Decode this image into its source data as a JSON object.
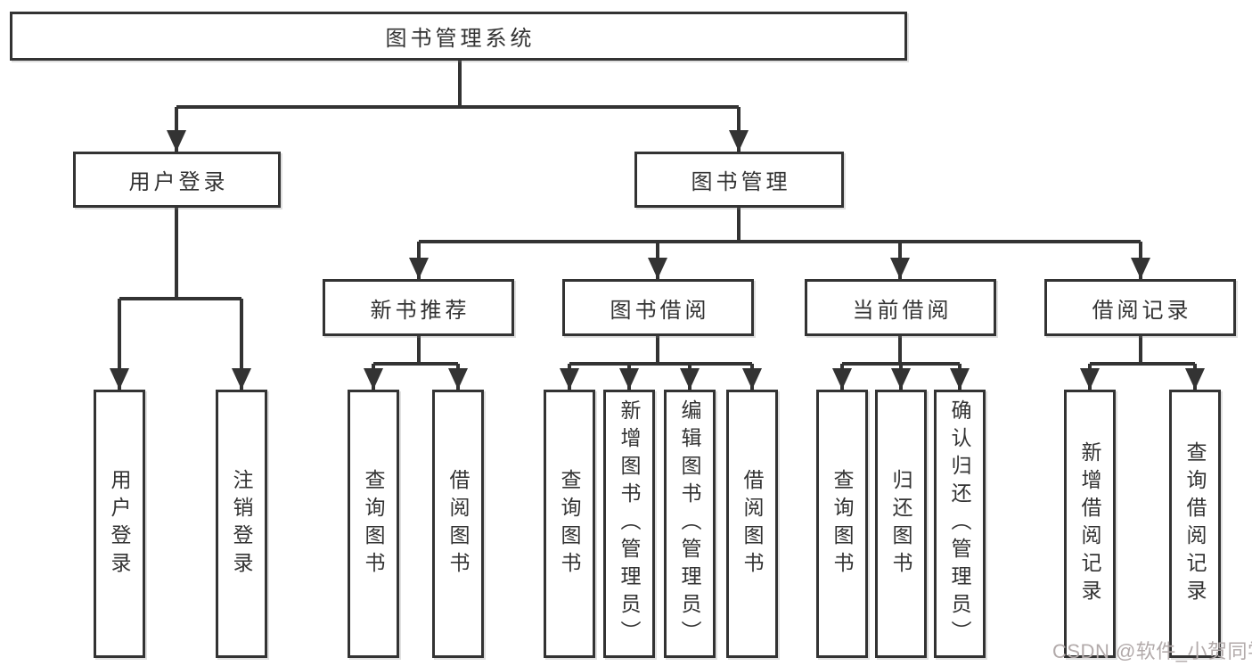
{
  "diagram": {
    "root_label": "图书管理系统",
    "level2": [
      {
        "label": "用户登录",
        "children": [
          {
            "label": "用户登录"
          },
          {
            "label": "注销登录"
          }
        ]
      },
      {
        "label": "图书管理",
        "children": [
          {
            "label": "新书推荐",
            "children": [
              {
                "label": "查询图书"
              },
              {
                "label": "借阅图书"
              }
            ]
          },
          {
            "label": "图书借阅",
            "children": [
              {
                "label": "查询图书"
              },
              {
                "label": "新增图书（管理员）"
              },
              {
                "label": "编辑图书（管理员）"
              },
              {
                "label": "借阅图书"
              }
            ]
          },
          {
            "label": "当前借阅",
            "children": [
              {
                "label": "查询图书"
              },
              {
                "label": "归还图书"
              },
              {
                "label": "确认归还（管理员）"
              }
            ]
          },
          {
            "label": "借阅记录",
            "children": [
              {
                "label": "新增借阅记录"
              },
              {
                "label": "查询借阅记录"
              }
            ]
          }
        ]
      }
    ],
    "watermark": "CSDN @软件_小贺同学",
    "colors": {
      "line": "#333333",
      "text": "#333333",
      "box_background": "#ffffff",
      "watermark": "#b2aaaa"
    }
  }
}
